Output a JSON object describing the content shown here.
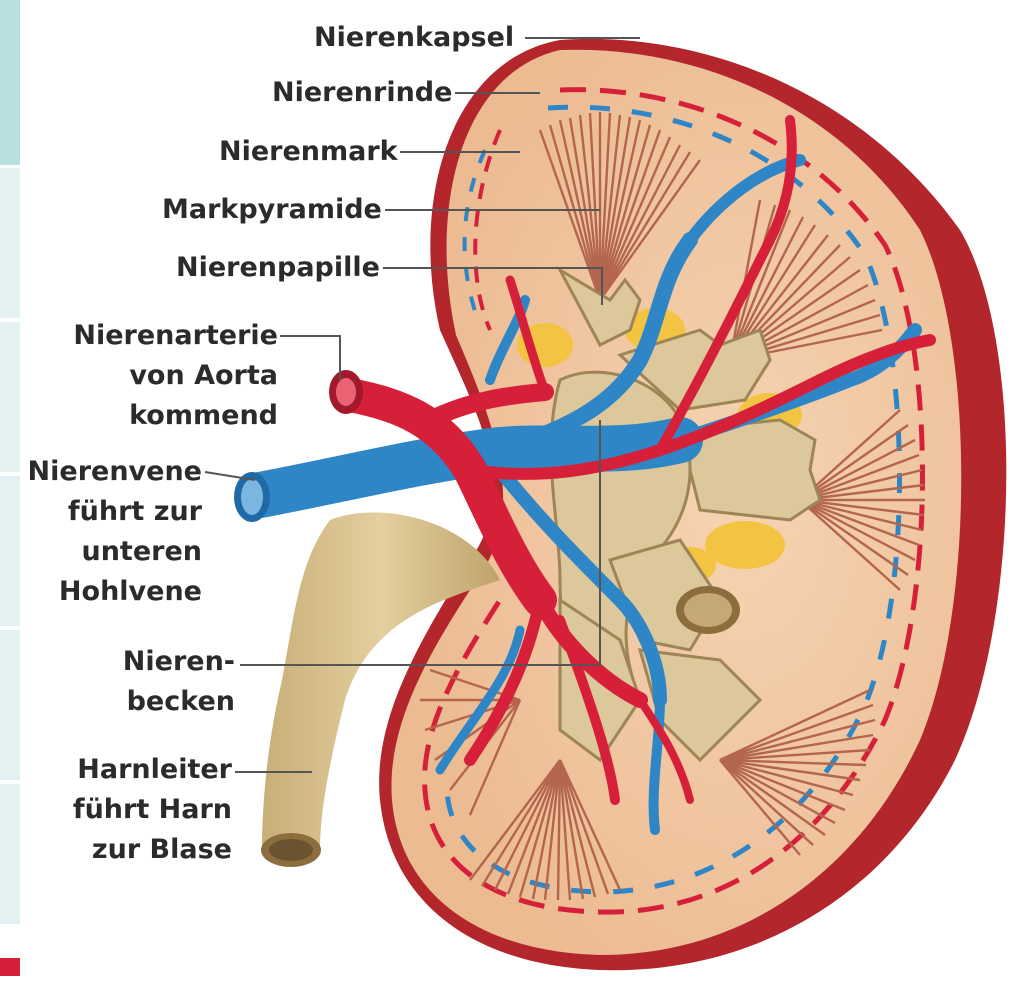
{
  "diagram": {
    "labels": {
      "nierenkapsel": "Nierenkapsel",
      "nierenrinde": "Nierenrinde",
      "nierenmark": "Nierenmark",
      "markpyramide": "Markpyramide",
      "nierenpapille": "Nierenpapille",
      "nierenarterie": [
        "Nierenarterie",
        "von Aorta",
        "kommend"
      ],
      "nierenvene": [
        "Nierenvene",
        "führt zur",
        "unteren",
        "Hohlvene"
      ],
      "nierenbecken": [
        "Nieren-",
        "becken"
      ],
      "harnleiter": [
        "Harnleiter",
        "führt Harn",
        "zur Blase"
      ]
    },
    "colors": {
      "capsule": "#b2262c",
      "cortex": "#f2c7a1",
      "medulla": "#e8b58f",
      "pyramid": "#b4654d",
      "pelvis": "#dcc89a",
      "fat": "#f3c441",
      "artery": "#d6203a",
      "vein": "#2f86c6",
      "sidebar": "#b8dfe0",
      "sidebar_light": "#e4f2f4"
    }
  }
}
